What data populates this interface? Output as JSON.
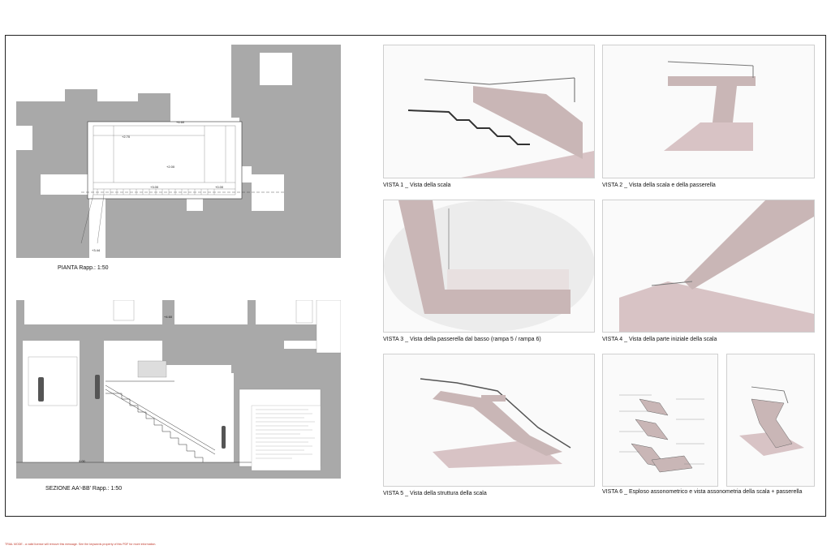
{
  "plan": {
    "caption": "PIANTA    Rapp.: 1:50",
    "levels": [
      "+4.60",
      "+2.00",
      "+3.00",
      "+0.00",
      "+3.44",
      "+2.70"
    ]
  },
  "section": {
    "caption": "SEZIONE AA'-BB'   Rapp.: 1:50",
    "levels": [
      "+4.60",
      "0.00"
    ]
  },
  "views": [
    {
      "caption": "VISTA 1 _ Vista della scala"
    },
    {
      "caption": "VISTA 2 _ Vista della scala e della passerella"
    },
    {
      "caption": "VISTA 3 _ Vista della passerella dal basso (rampa 5 / rampa 6)"
    },
    {
      "caption": "VISTA 4 _ Vista della parte iniziale della scala"
    },
    {
      "caption": "VISTA 5 _ Vista della struttura della scala"
    },
    {
      "caption": "VISTA 6 _ Esploso assonometrico e vista assonometria della scala + passerella"
    }
  ],
  "footer": {
    "watermark": "TRIAL MODE - a valid license will remove this message. See the keywords property of this PDF for more information."
  },
  "colors": {
    "wall": "#a9a9a9",
    "stair": "#c9b6b6",
    "shadow": "#d8c3c5",
    "frame": "#222222"
  }
}
